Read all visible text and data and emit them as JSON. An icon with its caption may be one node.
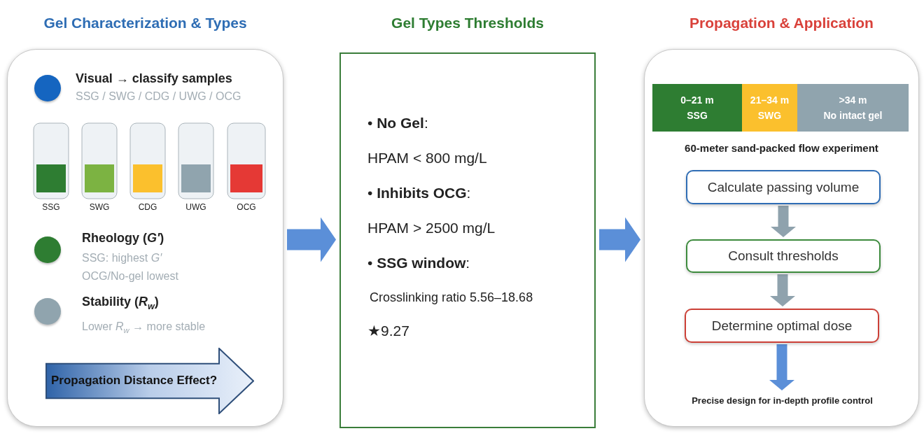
{
  "diagram": {
    "nodes": [
      {
        "text": [
          "Gel Characterization & Types",
          "Visual → classify samples",
          "SSG / SWG / CDG / UWG / OCG",
          "Rheology (*G′*)",
          "SSG: highest *G′*",
          "OCG/No-gel lowest",
          "Stability (*R*$_{w}$)",
          "Lower *R*$_{w}$ → more stable"
        ]
      },
      {
        "text": [],
        "shape": "box",
        "beside": [
          "SSG"
        ],
        "in": 0
      },
      {
        "text": [],
        "shape": "box",
        "beside": [
          "SWG"
        ],
        "in": 0
      },
      {
        "text": [],
        "shape": "box",
        "beside": [
          "CDG"
        ],
        "in": 0
      },
      {
        "text": [],
        "shape": "box",
        "beside": [
          "UWG"
        ],
        "in": 0
      },
      {
        "text": [],
        "shape": "box",
        "beside": [
          "OCG"
        ],
        "in": 0
      },
      {
        "text": [
          "Propagation Distance Effect?"
        ],
        "in": 0
      },
      {
        "text": [
          "Gel Types Thresholds",
          "• **No Gel**:",
          "HPAM < 800 mg/L",
          "• **Inhibits OCG**:",
          "HPAM > 2500 mg/L",
          "• **SSG window**:",
          "Crosslinking ratio 5.56–18.68",
          "★9.27"
        ]
      },
      {
        "text": [
          "Propagation & Application",
          "60-meter sand-packed flow experiment"
        ]
      },
      {
        "text": [
          "0–21 m",
          "SSG"
        ],
        "in": 8
      },
      {
        "text": [
          "21–34 m",
          "SWG"
        ],
        "in": 8
      },
      {
        "text": [
          ">34 m",
          "No intact gel"
        ],
        "in": 8
      },
      {
        "text": [
          "Calculate passing volume"
        ],
        "in": 8
      },
      {
        "text": [
          "Consult thresholds"
        ],
        "in": 8
      },
      {
        "text": [
          "Determine optimal dose"
        ],
        "in": 8
      },
      {
        "text": [
          "Precise design for in-depth profile control"
        ],
        "in": 8
      }
    ],
    "edges": [
      {
        "from": 0,
        "to": 7,
        "arrow": "to",
        "style": "thick"
      },
      {
        "from": 7,
        "to": 8,
        "arrow": "to",
        "style": "thick"
      },
      {
        "from": 12,
        "to": 13,
        "arrow": "to",
        "color": "#8fa2ad"
      },
      {
        "from": 13,
        "to": 14,
        "arrow": "to",
        "color": "#8fa2ad"
      },
      {
        "from": 14,
        "to": 15,
        "arrow": "to"
      }
    ]
  }
}
